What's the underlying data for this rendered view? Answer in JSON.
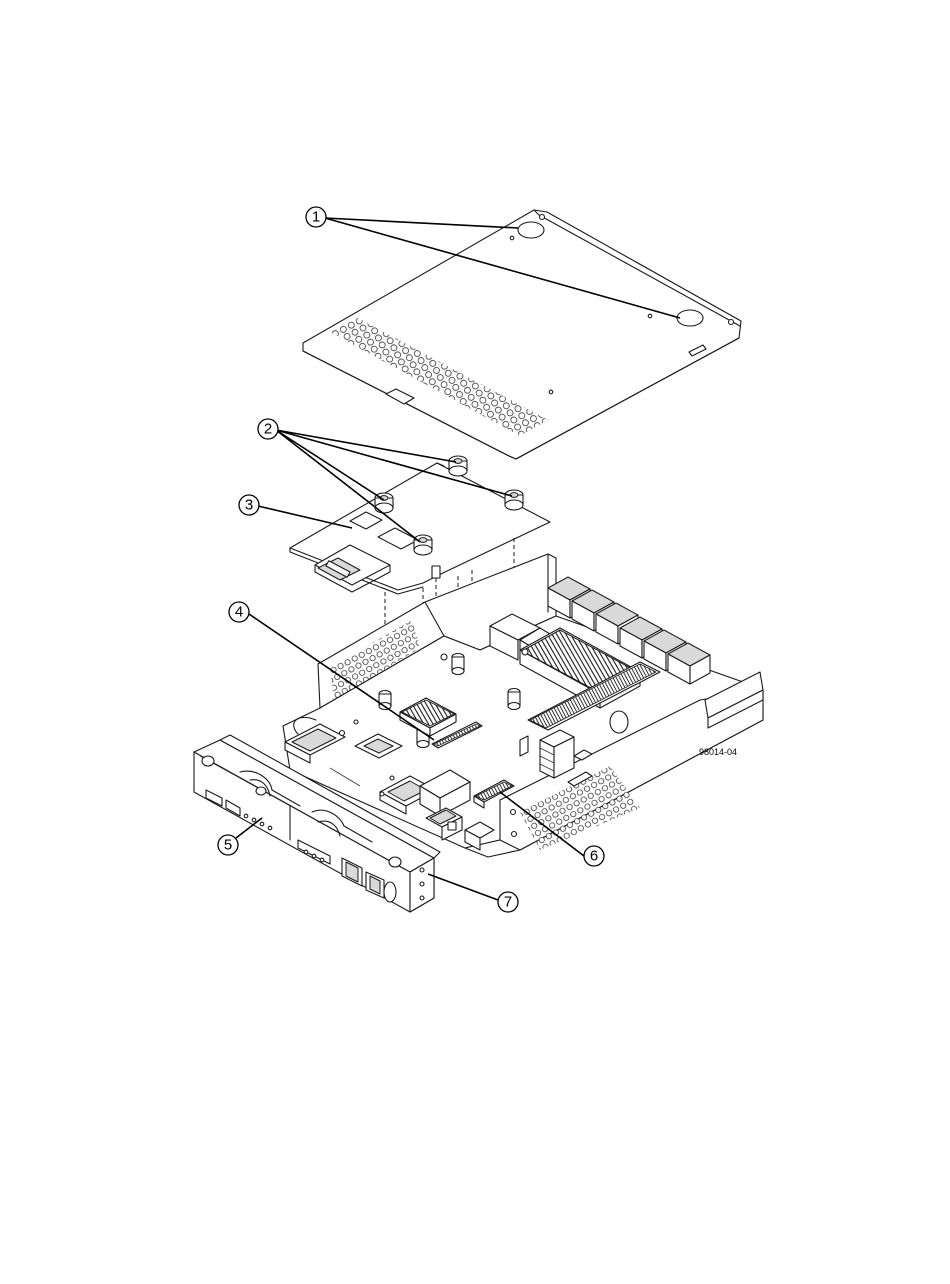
{
  "callouts": [
    {
      "label": "1"
    },
    {
      "label": "2"
    },
    {
      "label": "3"
    },
    {
      "label": "4"
    },
    {
      "label": "5"
    },
    {
      "label": "6"
    },
    {
      "label": "7"
    }
  ],
  "figure_ref": "98014-04",
  "colors": {
    "line": "#1a1a1a",
    "background": "#ffffff",
    "shade": "#d9d9d9"
  }
}
